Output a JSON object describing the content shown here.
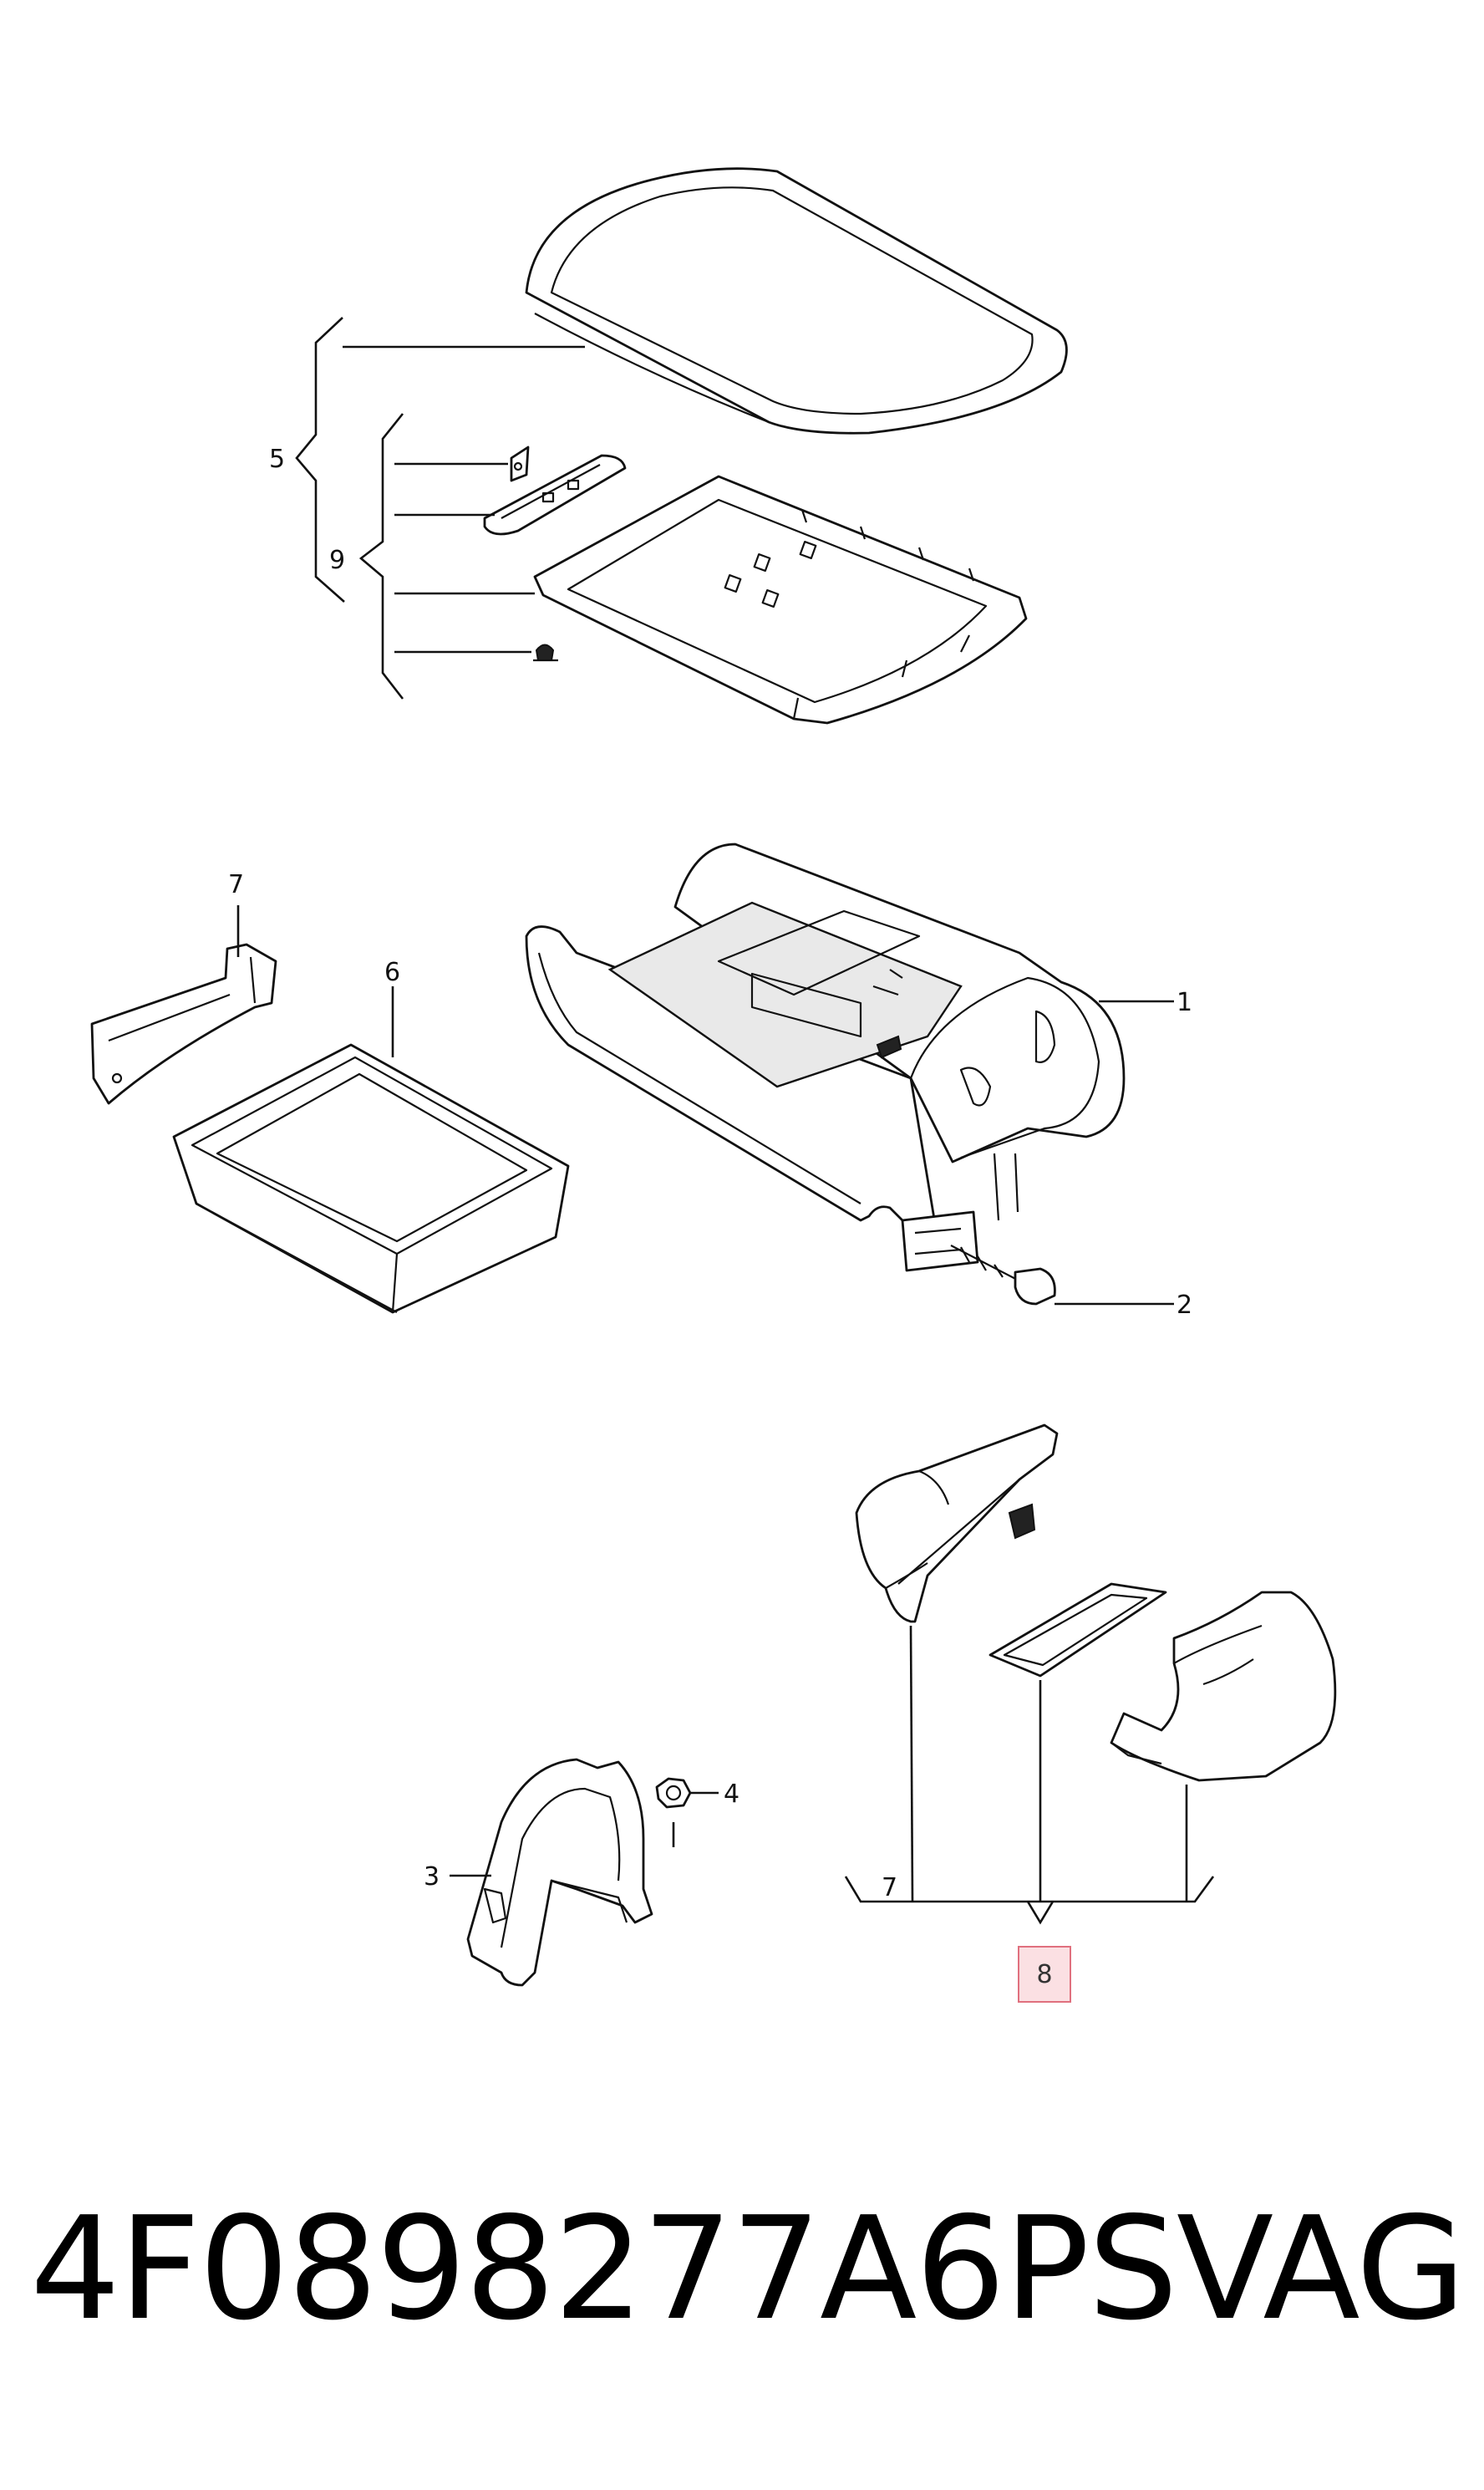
{
  "callouts": {
    "c1": "1",
    "c2": "2",
    "c3": "3",
    "c4": "4",
    "c5": "5",
    "c6": "6",
    "c7_top": "7",
    "c7_bottom": "7",
    "c8": "8",
    "c9": "9"
  },
  "footer": {
    "part_number": "4F0898277A6PS",
    "brand": "VAG"
  },
  "colors": {
    "highlight_fill": "#fbe0e3",
    "highlight_border": "#e0707e"
  }
}
